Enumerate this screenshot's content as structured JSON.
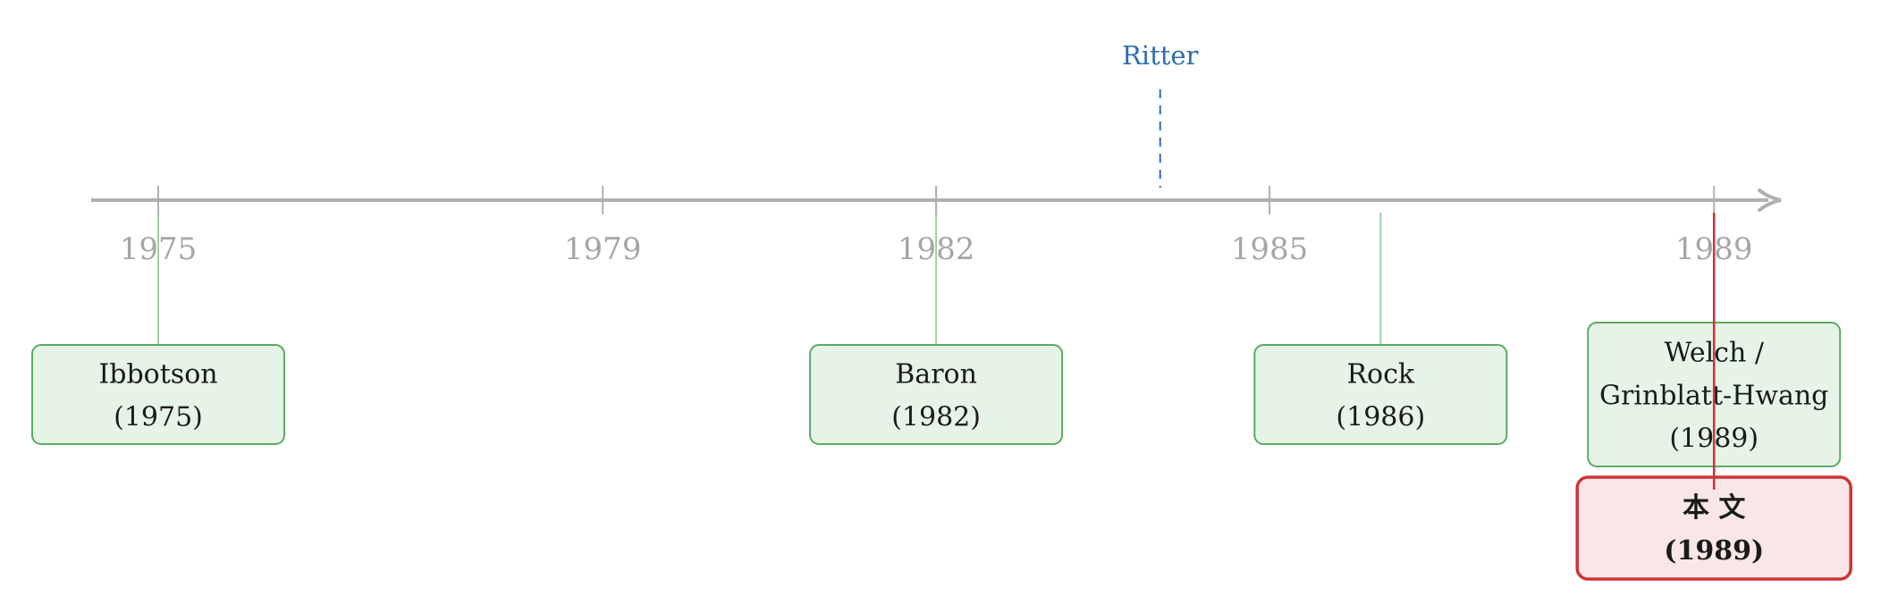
{
  "colors": {
    "axis": "#b0b0b0",
    "tick_text": "#a6a6a6",
    "green_fill": "#e6f3e7",
    "green_stroke": "#5aab62",
    "green_leader": "#9fd0a4",
    "red_fill": "#f9e6e7",
    "red_stroke": "#cc3438",
    "red_leader": "#cc3438",
    "blue": "#2b6cb0",
    "text": "#1a1a1a"
  },
  "axis_ticks": [
    {
      "year": 1975,
      "label": "1975"
    },
    {
      "year": 1979,
      "label": "1979"
    },
    {
      "year": 1982,
      "label": "1982"
    },
    {
      "year": 1985,
      "label": "1985"
    },
    {
      "year": 1989,
      "label": "1989"
    }
  ],
  "top_marker": {
    "year": 1984,
    "label": "Ritter"
  },
  "events": [
    {
      "id": "ibbotson",
      "year": 1975,
      "lines": [
        "Ibbotson",
        "(1975)"
      ],
      "style": "green"
    },
    {
      "id": "baron",
      "year": 1982,
      "lines": [
        "Baron",
        "(1982)"
      ],
      "style": "green"
    },
    {
      "id": "rock",
      "year": 1986,
      "lines": [
        "Rock",
        "(1986)"
      ],
      "style": "green"
    },
    {
      "id": "welch",
      "year": 1989,
      "lines": [
        "Welch /",
        "Grinblatt-Hwang",
        "(1989)"
      ],
      "style": "green"
    },
    {
      "id": "this-paper",
      "year": 1989,
      "lines": [
        "本 文",
        "(1989)"
      ],
      "style": "red"
    }
  ]
}
